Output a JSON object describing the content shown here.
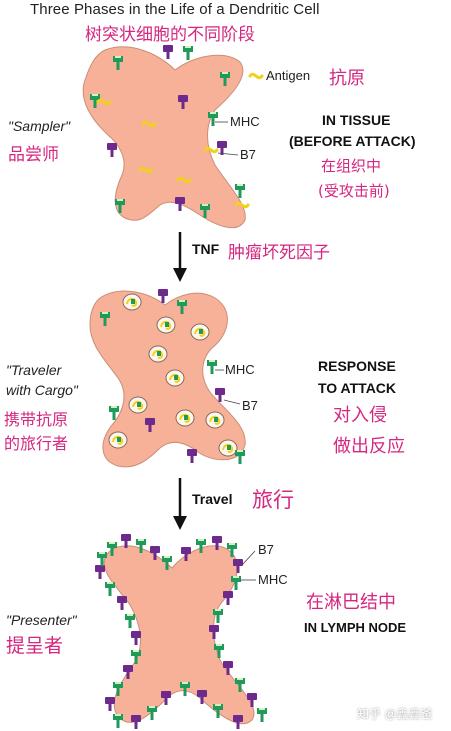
{
  "title": {
    "en": "Three Phases in the Life of a Dendritic Cell",
    "zh": "树突状细胞的不同阶段"
  },
  "phase1": {
    "role_en": "\"Sampler\"",
    "role_zh": "品尝师",
    "label_antigen_en": "Antigen",
    "label_antigen_zh": "抗原",
    "label_mhc": "MHC",
    "label_b7": "B7",
    "location_en_1": "IN TISSUE",
    "location_en_2": "(BEFORE ATTACK)",
    "location_zh_1": "在组织中",
    "location_zh_2": "(受攻击前)"
  },
  "arrow1": {
    "en": "TNF",
    "zh": "肿瘤坏死因子"
  },
  "phase2": {
    "role_en_1": "\"Traveler",
    "role_en_2": "with Cargo\"",
    "role_zh_1": "携带抗原",
    "role_zh_2": "的旅行者",
    "label_mhc": "MHC",
    "label_b7": "B7",
    "location_en_1": "RESPONSE",
    "location_en_2": "TO ATTACK",
    "location_zh_1": "对入侵",
    "location_zh_2": "做出反应"
  },
  "arrow2": {
    "en": "Travel",
    "zh": "旅行"
  },
  "phase3": {
    "role_en": "\"Presenter\"",
    "role_zh": "提呈者",
    "label_b7": "B7",
    "label_mhc": "MHC",
    "location_zh": "在淋巴结中",
    "location_en": "IN LYMPH NODE"
  },
  "watermark": "知乎 @鑫鑫爸",
  "colors": {
    "cell_fill": "#f7b199",
    "cell_stroke": "#c98e78",
    "mhc_green": "#1f9a5a",
    "b7_purple": "#6d2a8c",
    "antigen_yellow": "#f1d21b",
    "accent_magenta": "#d6267f"
  }
}
